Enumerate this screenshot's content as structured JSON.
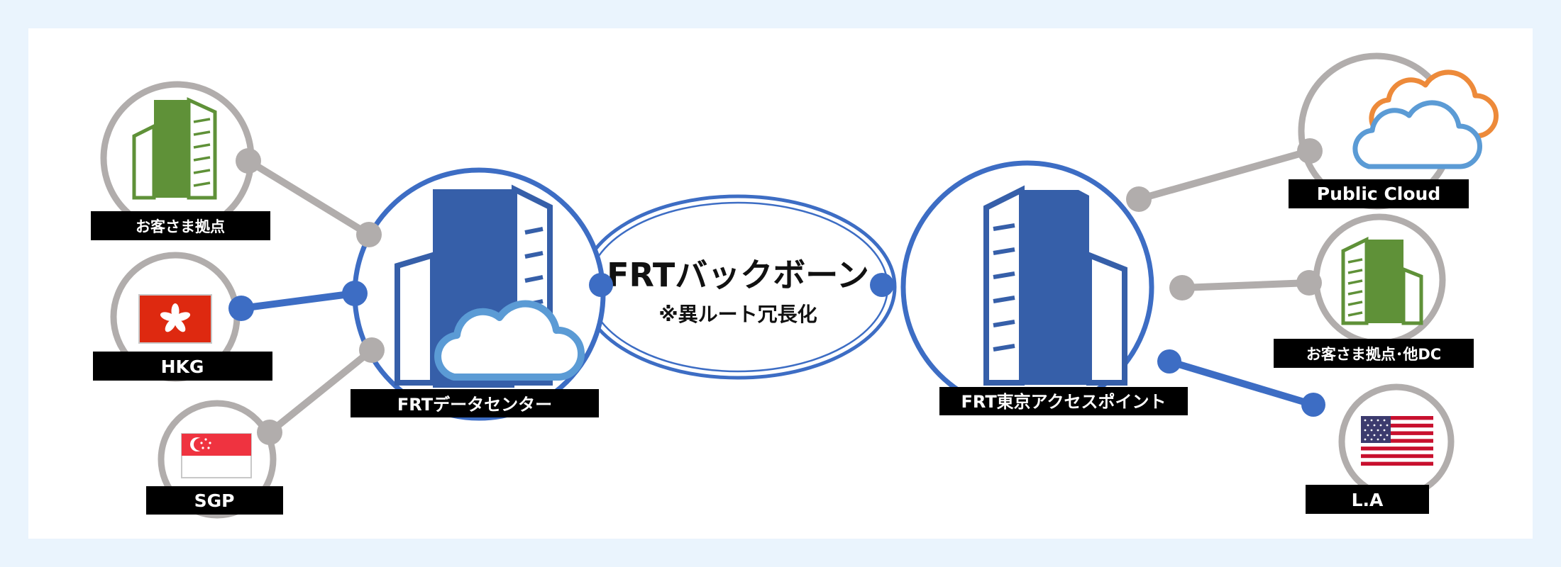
{
  "backbone": {
    "title": "FRTバックボーン",
    "subtitle": "※異ルート冗長化"
  },
  "hubs": {
    "datacenter_label": "FRTデータセンター",
    "access_point_label": "FRT東京アクセスポイント"
  },
  "nodes": {
    "customer_site": "お客さま拠点",
    "hkg": "HKG",
    "sgp": "SGP",
    "public_cloud": "Public Cloud",
    "customer_site_dc": "お客さま拠点･他DC",
    "la": "L.A"
  },
  "colors": {
    "background": "#eaf4fd",
    "hub_blue": "#3d6dc4",
    "building_blue": "#365fa9",
    "link_gray": "#b1adac",
    "building_green": "#5f9138",
    "cloud_blue": "#5b9bd5",
    "cloud_orange": "#ed8a3a",
    "label_bg": "#000000"
  },
  "icons": [
    "building-icon",
    "cloud-icon",
    "hong-kong-flag-icon",
    "singapore-flag-icon",
    "us-flag-icon"
  ]
}
